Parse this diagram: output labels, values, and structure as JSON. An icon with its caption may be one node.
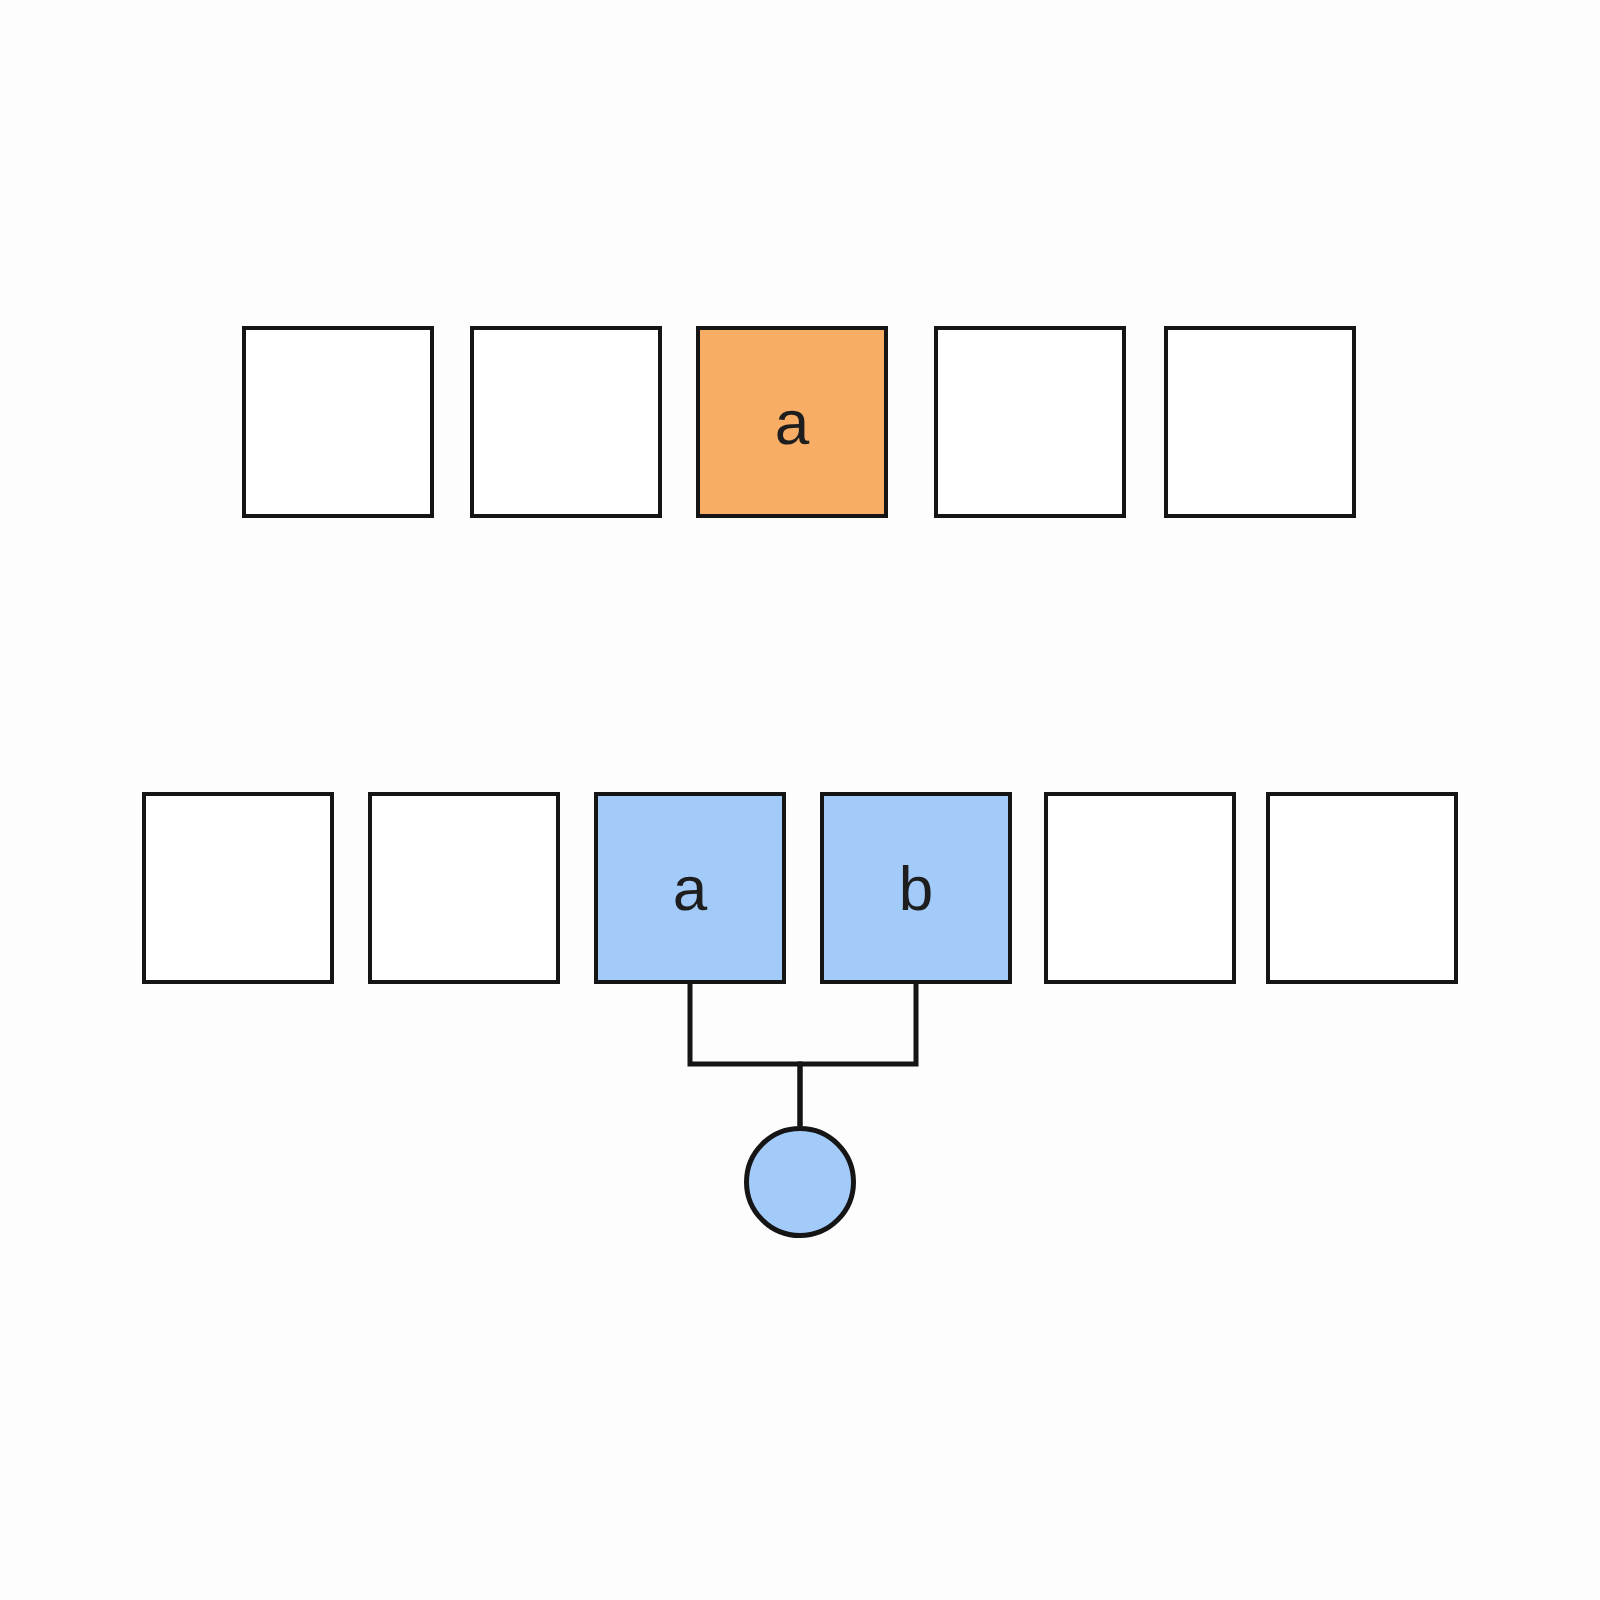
{
  "diagram": {
    "nodes": [
      {
        "text": [],
        "shape": "box"
      },
      {
        "text": [],
        "shape": "box"
      },
      {
        "text": [
          "a"
        ]
      },
      {
        "text": [],
        "shape": "box"
      },
      {
        "text": [],
        "shape": "box"
      },
      {
        "text": [],
        "shape": "box"
      },
      {
        "text": [],
        "shape": "box"
      },
      {
        "text": [
          "a"
        ]
      },
      {
        "text": [
          "b"
        ]
      },
      {
        "text": [],
        "shape": "box"
      },
      {
        "text": [],
        "shape": "box"
      },
      {
        "text": [],
        "shape": "circle"
      }
    ],
    "edges": [
      {
        "from": 7,
        "to": 11,
        "arrow": "none"
      },
      {
        "from": 8,
        "to": 11,
        "arrow": "none"
      }
    ]
  }
}
